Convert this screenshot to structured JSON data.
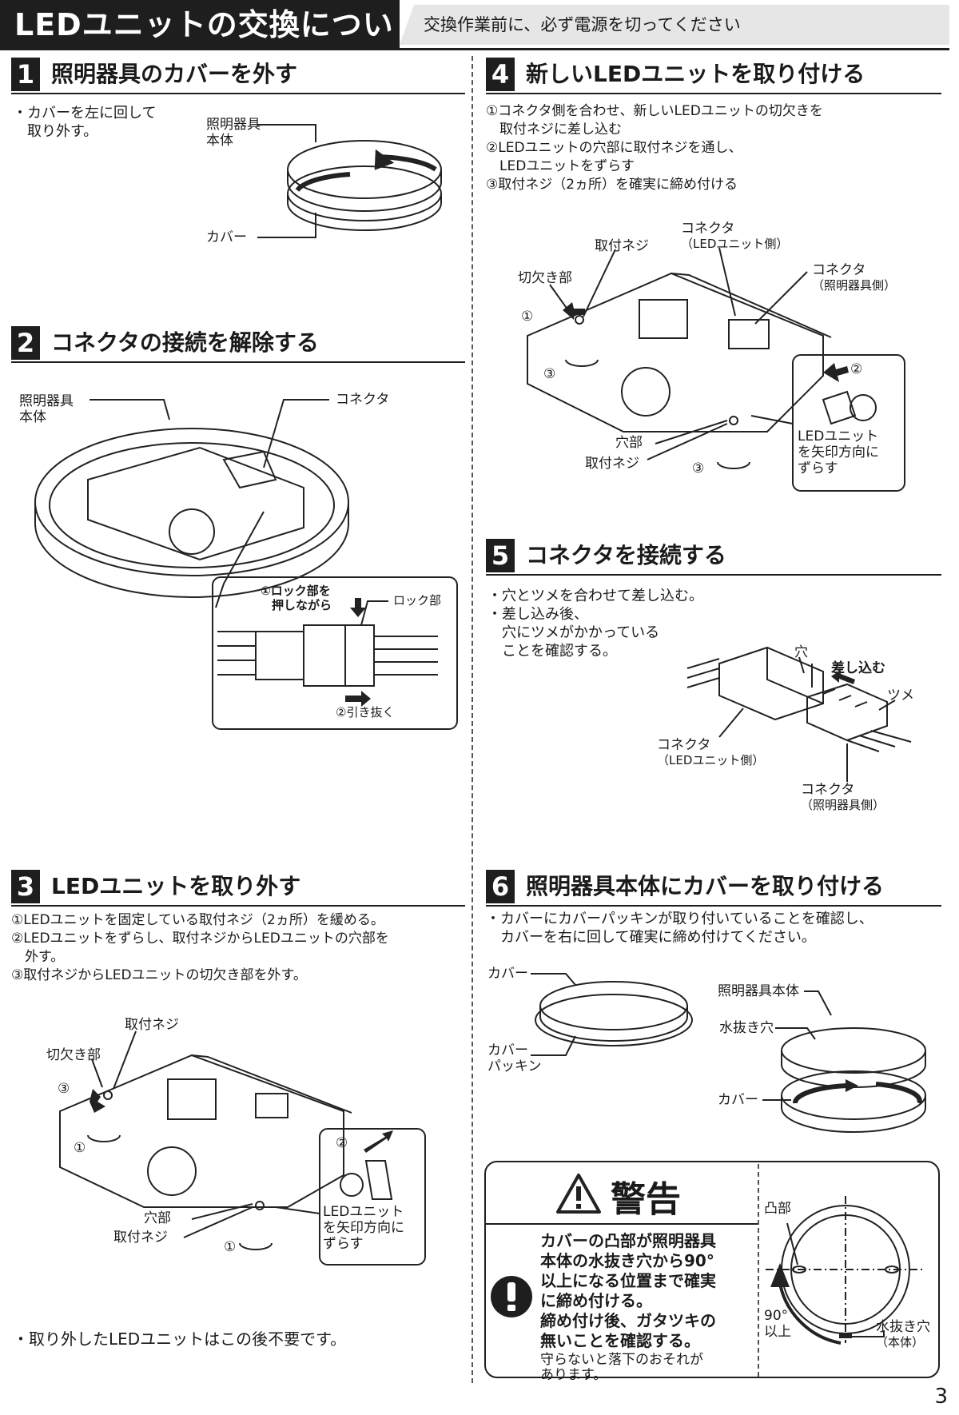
{
  "header": {
    "title": "LEDユニットの交換について",
    "notice": "交換作業前に、必ず電源を切ってください"
  },
  "sections": [
    {
      "num": "1",
      "title": "照明器具のカバーを外す",
      "lines": [
        "・カバーを左に回して",
        "　取り外す。"
      ],
      "labels": [
        "照明器具",
        "本体",
        "カバー"
      ]
    },
    {
      "num": "2",
      "title": "コネクタの接続を解除する",
      "labels": [
        "照明器具",
        "本体",
        "コネクタ",
        "①ロック部を",
        "押しながら",
        "ロック部",
        "②引き抜く"
      ]
    },
    {
      "num": "3",
      "title": "LEDユニットを取り外す",
      "lines": [
        "①LEDユニットを固定している取付ネジ（2ヵ所）を緩める。",
        "②LEDユニットをずらし、取付ネジからLEDユニットの穴部を",
        "　外す。",
        "③取付ネジからLEDユニットの切欠き部を外す。"
      ],
      "labels": [
        "取付ネジ",
        "切欠き部",
        "穴部",
        "取付ネジ",
        "LEDユニット",
        "を矢印方向に",
        "ずらす"
      ],
      "footnote": "・取り外したLEDユニットはこの後不要です。"
    },
    {
      "num": "4",
      "title": "新しいLEDユニットを取り付ける",
      "lines": [
        "①コネクタ側を合わせ、新しいLEDユニットの切欠きを",
        "　取付ネジに差し込む",
        "②LEDユニットの穴部に取付ネジを通し、",
        "　LEDユニットをずらす",
        "③取付ネジ（2ヵ所）を確実に締め付ける"
      ],
      "labels": [
        "取付ネジ",
        "コネクタ",
        "（LEDユニット側）",
        "コネクタ",
        "（照明器具側）",
        "切欠き部",
        "穴部",
        "取付ネジ",
        "LEDユニット",
        "を矢印方向に",
        "ずらす"
      ]
    },
    {
      "num": "5",
      "title": "コネクタを接続する",
      "lines": [
        "・穴とツメを合わせて差し込む。",
        "・差し込み後、",
        "　穴にツメがかかっている",
        "　ことを確認する。"
      ],
      "labels": [
        "穴",
        "差し込む",
        "ツメ",
        "コネクタ",
        "（LEDユニット側）",
        "コネクタ",
        "（照明器具側）"
      ]
    },
    {
      "num": "6",
      "title": "照明器具本体にカバーを取り付ける",
      "lines": [
        "・カバーにカバーパッキンが取り付いていることを確認し、",
        "　カバーを右に回して確実に締め付けてください。"
      ],
      "labels": [
        "カバー",
        "カバー",
        "パッキン",
        "照明器具本体",
        "水抜き穴",
        "カバー"
      ]
    }
  ],
  "warning": {
    "title": "警告",
    "body": [
      "カバーの凸部が照明器具",
      "本体の水抜き穴から90°",
      "以上になる位置まで確実",
      "に締め付ける。",
      "締め付け後、ガタツキの",
      "無いことを確認する。"
    ],
    "note": [
      "守らないと落下のおそれが",
      "あります。"
    ],
    "labels": [
      "凸部",
      "90°",
      "以上",
      "水抜き穴",
      "（本体）"
    ]
  },
  "steps": [
    "①",
    "②",
    "③"
  ],
  "page_number": "3"
}
